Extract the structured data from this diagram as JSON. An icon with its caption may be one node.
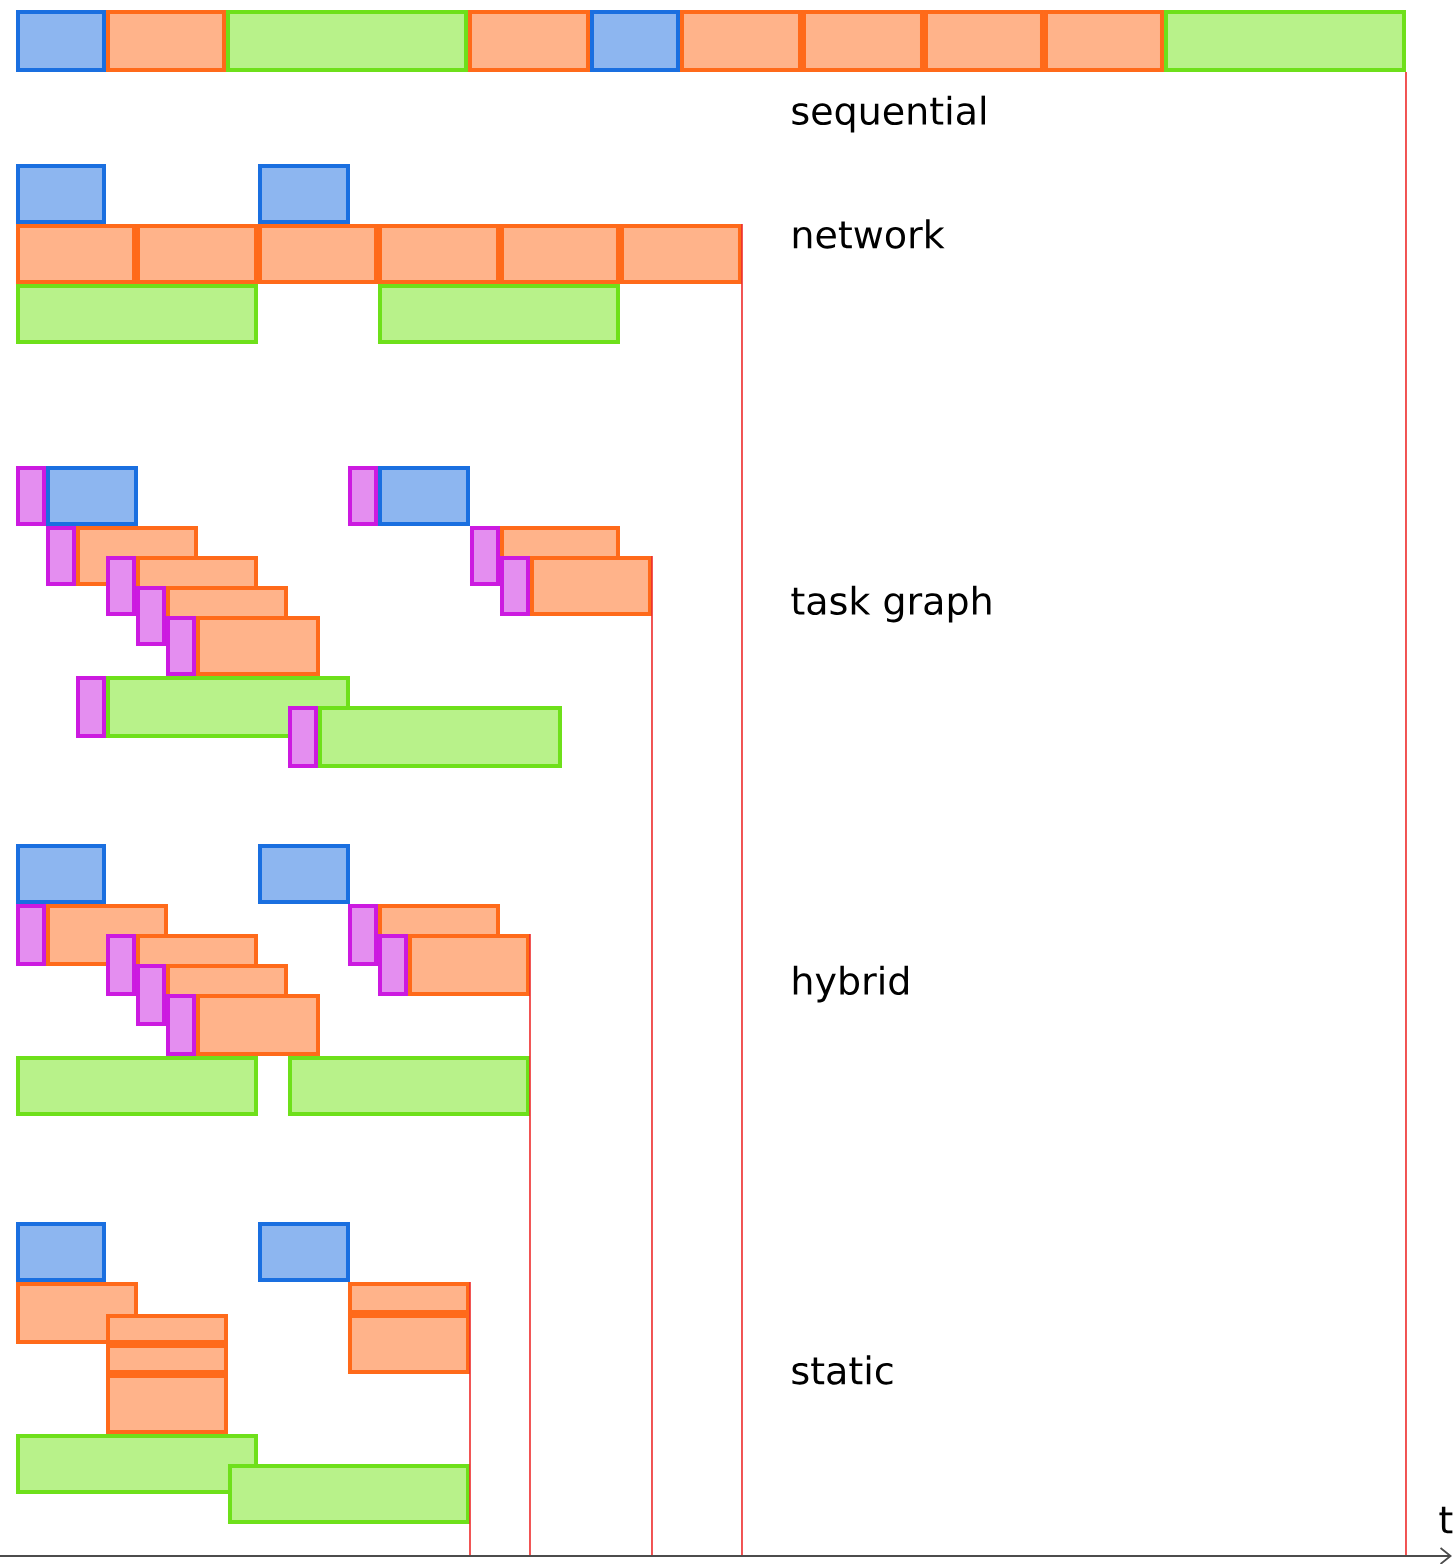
{
  "diagram": {
    "labels": [
      "sequential",
      "network",
      "task graph",
      "hybrid",
      "static",
      "t"
    ]
  }
}
